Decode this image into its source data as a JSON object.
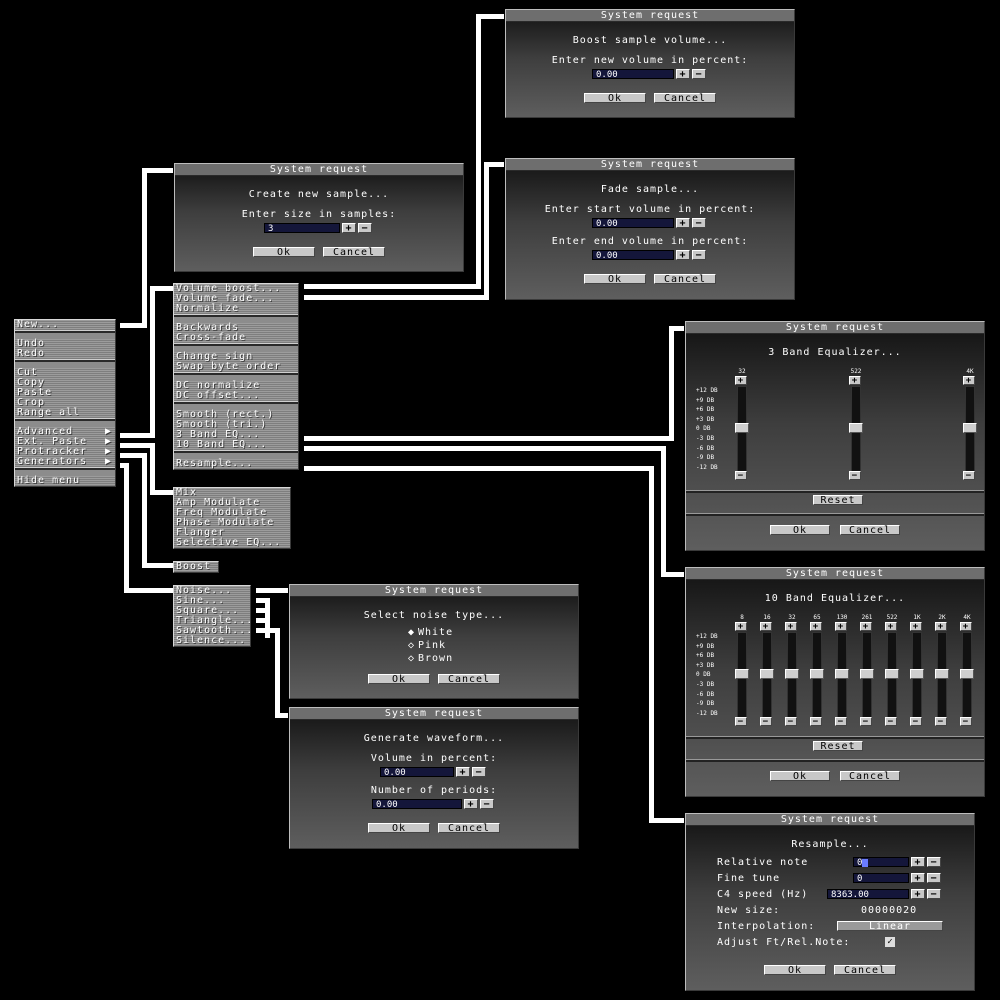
{
  "main_menu": {
    "items": [
      "New...",
      "Undo",
      "Redo",
      "Cut",
      "Copy",
      "Paste",
      "Crop",
      "Range all",
      "Advanced",
      "Ext. Paste",
      "Protracker",
      "Generators",
      "Hide menu"
    ]
  },
  "advanced_menu": {
    "items": [
      "Volume boost...",
      "Volume fade...",
      "Normalize",
      "Backwards",
      "Cross-fade",
      "Change sign",
      "Swap byte order",
      "DC normalize",
      "DC offset...",
      "Smooth (rect.)",
      "Smooth (tri.)",
      "3 Band EQ...",
      "10 Band EQ...",
      "Resample..."
    ]
  },
  "ext_paste_menu": {
    "items": [
      "Mix",
      "Amp Modulate",
      "Freq Modulate",
      "Phase Modulate",
      "Flanger",
      "Selective EQ..."
    ]
  },
  "protracker_menu": {
    "items": [
      "Boost"
    ]
  },
  "generators_menu": {
    "items": [
      "Noise...",
      "Sine...",
      "Square...",
      "Triangle...",
      "Sawtooth...",
      "Silence..."
    ]
  },
  "common": {
    "title": "System request",
    "ok": "Ok",
    "cancel": "Cancel",
    "plus": "+",
    "minus": "−",
    "reset": "Reset"
  },
  "dlg_new": {
    "heading": "Create new sample...",
    "prompt": "Enter size in samples:",
    "value": "3"
  },
  "dlg_boost": {
    "heading": "Boost sample volume...",
    "prompt": "Enter new volume in percent:",
    "value": "0.00"
  },
  "dlg_fade": {
    "heading": "Fade sample...",
    "prompt1": "Enter start volume in percent:",
    "value1": "0.00",
    "prompt2": "Enter end volume in percent:",
    "value2": "0.00"
  },
  "dlg_eq3": {
    "heading": "3 Band Equalizer...",
    "bands": [
      "32",
      "522",
      "4K"
    ],
    "db_labels": [
      "+12 DB",
      "+9 DB",
      "+6 DB",
      "+3 DB",
      "0 DB",
      "-3 DB",
      "-6 DB",
      "-9 DB",
      "-12 DB"
    ]
  },
  "dlg_eq10": {
    "heading": "10 Band Equalizer...",
    "bands": [
      "8",
      "16",
      "32",
      "65",
      "130",
      "261",
      "522",
      "1K",
      "2K",
      "4K"
    ]
  },
  "dlg_noise": {
    "heading": "Select noise type...",
    "options": [
      "White",
      "Pink",
      "Brown"
    ],
    "selected": "White"
  },
  "dlg_wave": {
    "heading": "Generate waveform...",
    "prompt1": "Volume in percent:",
    "value1": "0.00",
    "prompt2": "Number of periods:",
    "value2": "0.00"
  },
  "dlg_resample": {
    "heading": "Resample...",
    "rel_note_label": "Relative note",
    "rel_note_value": "0",
    "fine_tune_label": "Fine tune",
    "fine_tune_value": "0",
    "c4_label": "C4 speed (Hz)",
    "c4_value": "8363.00",
    "new_size_label": "New size:",
    "new_size_value": "00000020",
    "interp_label": "Interpolation:",
    "interp_value": "Linear",
    "adjust_label": "Adjust Ft/Rel.Note:",
    "adjust_checked": "✓"
  },
  "colors": {
    "background": "#000000",
    "menu": "#8c8c8c",
    "field": "#14163a"
  }
}
